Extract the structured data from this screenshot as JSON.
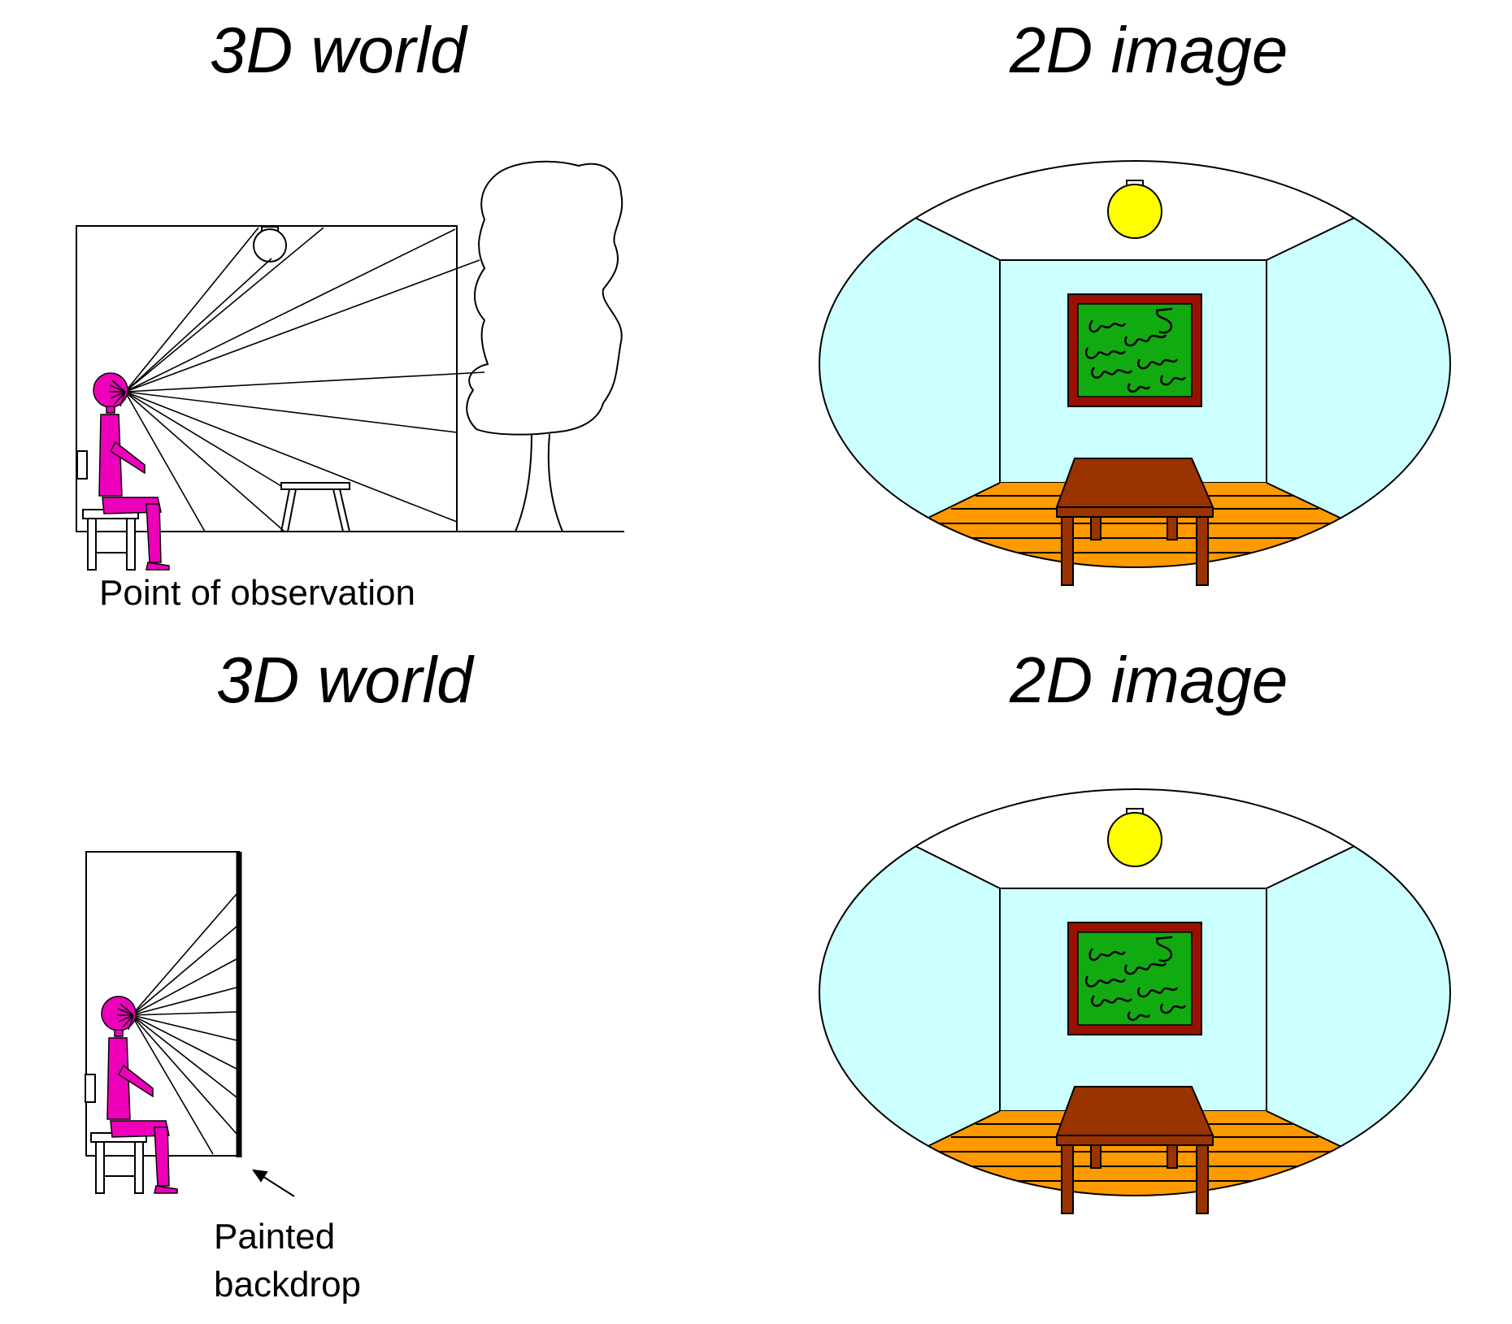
{
  "panels": {
    "top_left": {
      "heading": "3D world",
      "caption": "Point of observation"
    },
    "top_right": {
      "heading": "2D image"
    },
    "bottom_left": {
      "heading": "3D world",
      "caption_lines": [
        "Painted",
        "backdrop"
      ]
    },
    "bottom_right": {
      "heading": "2D image"
    }
  },
  "colors": {
    "person": "#ee00bb",
    "wall": "#ccffff",
    "floor": "#ff9900",
    "painting_frame": "#991100",
    "painting_canvas": "#11aa11",
    "table": "#993300",
    "lamp": "#ffff00",
    "line": "#000000"
  }
}
